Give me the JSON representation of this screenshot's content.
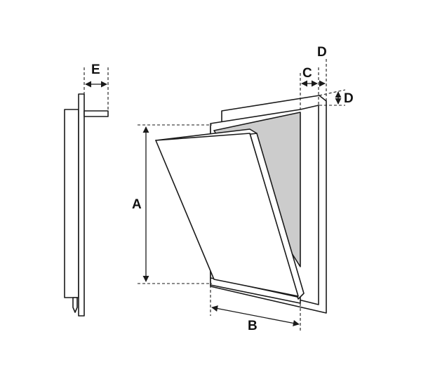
{
  "diagram": {
    "labels": {
      "a": "A",
      "b": "B",
      "c": "C",
      "d_top": "D",
      "d_side": "D",
      "e": "E"
    },
    "colors": {
      "stroke": "#1a1a1a",
      "panel_fill": "#ffffff",
      "opening_fill": "#cccccc"
    }
  }
}
